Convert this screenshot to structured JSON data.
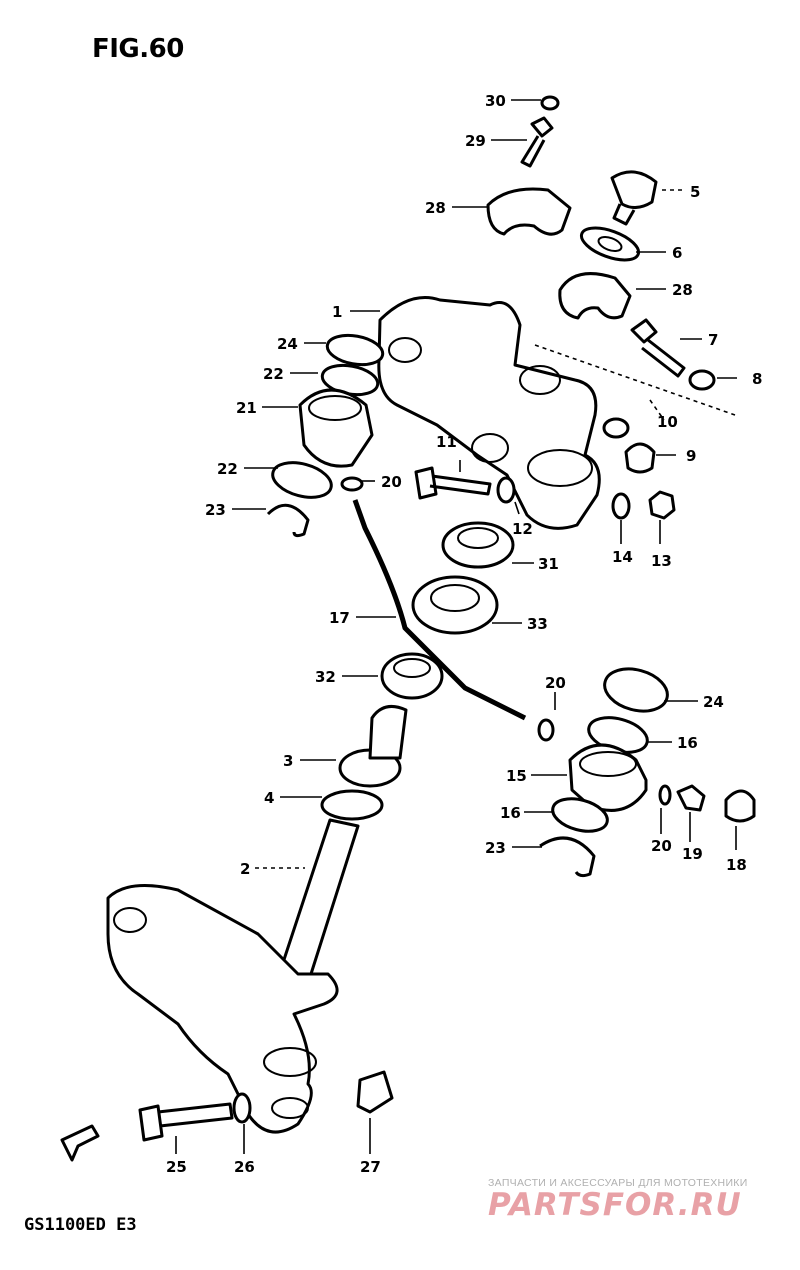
{
  "figure": {
    "title": "FIG.60",
    "footer": "GS1100ED E3"
  },
  "watermark": {
    "tagline": "ЗАПЧАСТИ И АКСЕССУАРЫ ДЛЯ МОТОТЕХНИКИ",
    "brand": "PARTSFOR.RU"
  },
  "callouts": [
    "30",
    "29",
    "28",
    "5",
    "6",
    "28",
    "1",
    "7",
    "24",
    "22",
    "8",
    "21",
    "10",
    "9",
    "11",
    "22",
    "20",
    "12",
    "14",
    "13",
    "23",
    "31",
    "17",
    "33",
    "20",
    "24",
    "32",
    "16",
    "3",
    "15",
    "16",
    "4",
    "20",
    "19",
    "18",
    "23",
    "2",
    "25",
    "26",
    "27"
  ]
}
